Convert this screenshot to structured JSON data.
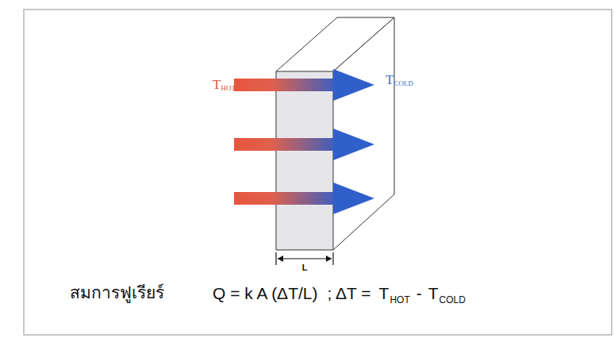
{
  "diagram": {
    "labels": [
      "T",
      "HOT",
      "T",
      "COLD",
      "L",
      "สมการฟูเรียร์",
      "Q = k A (ΔT/L)",
      "; ΔT =",
      "T",
      "HOT",
      "-",
      "T",
      "COLD"
    ]
  }
}
